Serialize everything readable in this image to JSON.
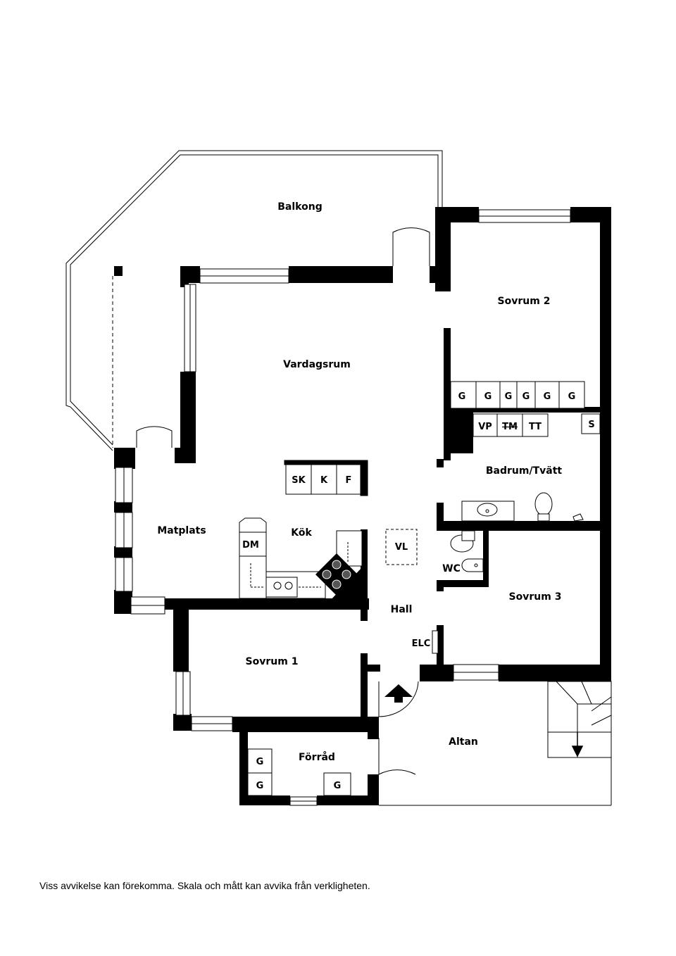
{
  "rooms": {
    "balkong": "Balkong",
    "sovrum2": "Sovrum 2",
    "vardagsrum": "Vardagsrum",
    "badrum": "Badrum/Tvätt",
    "matplats": "Matplats",
    "kok": "Kök",
    "hall": "Hall",
    "sovrum3": "Sovrum 3",
    "sovrum1": "Sovrum 1",
    "forrad": "Förråd",
    "altan": "Altan",
    "wc": "WC"
  },
  "fixtures": {
    "wardrobe": "G",
    "vp": "VP",
    "tm": "TM",
    "tt": "TT",
    "s": "S",
    "sk": "SK",
    "k": "K",
    "f": "F",
    "dm": "DM",
    "vl": "VL",
    "elc": "ELC"
  },
  "disclaimer": "Viss avvikelse kan förekomma. Skala och mått kan avvika från verkligheten."
}
